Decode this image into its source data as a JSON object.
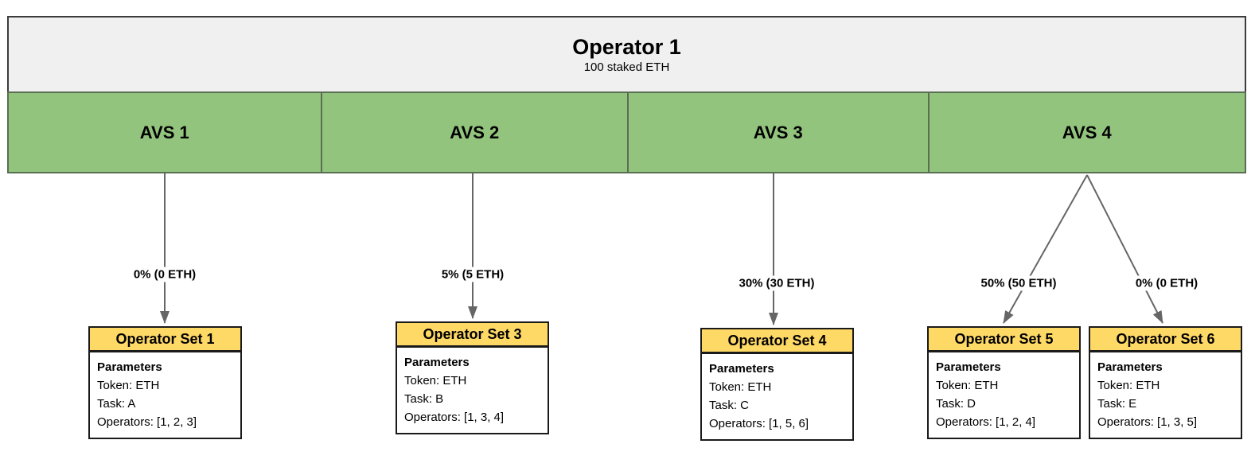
{
  "operator": {
    "title": "Operator 1",
    "subtitle": "100 staked ETH"
  },
  "avs": [
    {
      "label": "AVS 1"
    },
    {
      "label": "AVS 2"
    },
    {
      "label": "AVS 3"
    },
    {
      "label": "AVS 4"
    }
  ],
  "allocations": [
    {
      "label": "0% (0 ETH)",
      "from": "AVS 1",
      "to": "Operator Set 1"
    },
    {
      "label": "5% (5 ETH)",
      "from": "AVS 2",
      "to": "Operator Set 3"
    },
    {
      "label": "30% (30 ETH)",
      "from": "AVS 3",
      "to": "Operator Set 4"
    },
    {
      "label": "50% (50 ETH)",
      "from": "AVS 4",
      "to": "Operator Set 5"
    },
    {
      "label": "0% (0 ETH)",
      "from": "AVS 4",
      "to": "Operator Set 6"
    }
  ],
  "operator_sets": [
    {
      "title": "Operator Set 1",
      "params_heading": "Parameters",
      "token": "Token: ETH",
      "task": "Task: A",
      "operators": "Operators: [1, 2, 3]"
    },
    {
      "title": "Operator Set 3",
      "params_heading": "Parameters",
      "token": "Token: ETH",
      "task": "Task: B",
      "operators": "Operators: [1, 3, 4]"
    },
    {
      "title": "Operator Set 4",
      "params_heading": "Parameters",
      "token": "Token: ETH",
      "task": "Task: C",
      "operators": "Operators: [1, 5, 6]"
    },
    {
      "title": "Operator Set 5",
      "params_heading": "Parameters",
      "token": "Token: ETH",
      "task": "Task: D",
      "operators": "Operators: [1, 2, 4]"
    },
    {
      "title": "Operator Set 6",
      "params_heading": "Parameters",
      "token": "Token: ETH",
      "task": "Task: E",
      "operators": "Operators: [1, 3, 5]"
    }
  ],
  "colors": {
    "operator_box_fill": "#f0f0f0",
    "avs_fill": "#93c47d",
    "opset_header_fill": "#ffd966",
    "arrow": "#666666",
    "border_dark": "#1a1a1a"
  }
}
